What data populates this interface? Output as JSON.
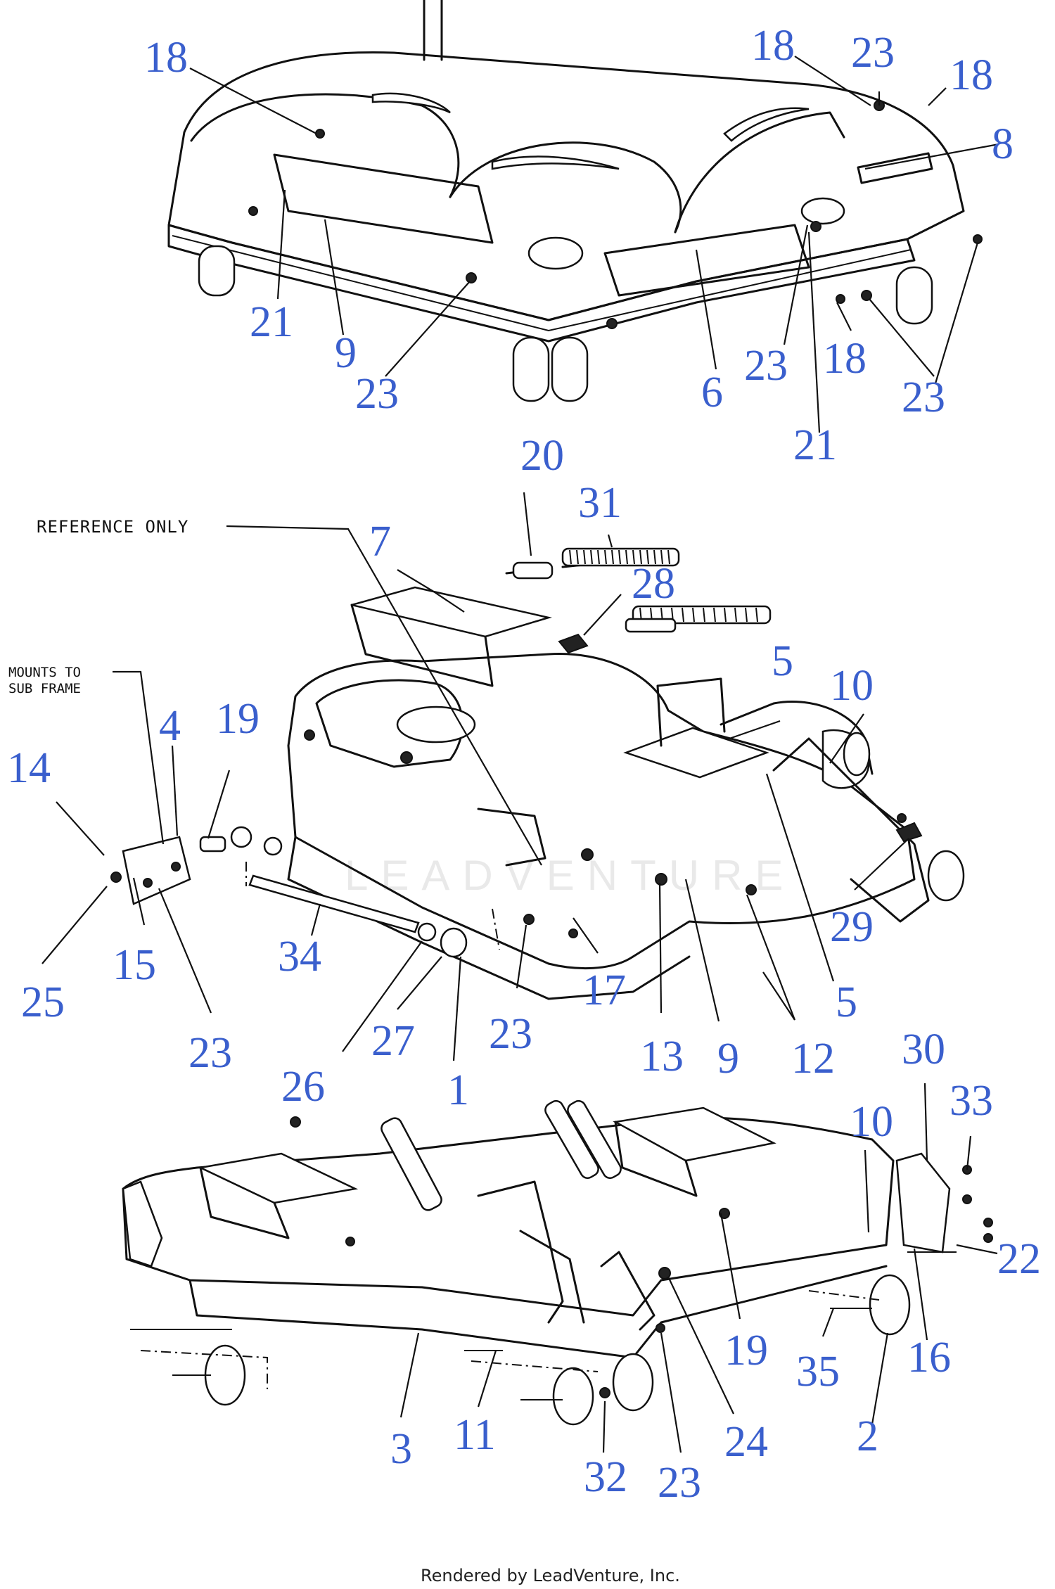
{
  "diagram": {
    "title": "",
    "accent_color": "#3a5fcd",
    "line_color": "#111111",
    "background": "#ffffff",
    "notes": {
      "reference_only": "REFERENCE ONLY",
      "mounts_line1": "MOUNTS TO",
      "mounts_line2": "SUB FRAME"
    },
    "footer": "Rendered by LeadVenture, Inc.",
    "watermark": "LEADVENTURE",
    "callouts": {
      "c18_top_left": "18",
      "c21_top_left": "21",
      "c9_top": "9",
      "c23_top_left": "23",
      "c18_top_right_a": "18",
      "c23_top_right": "23",
      "c18_top_right_b": "18",
      "c8": "8",
      "c6": "6",
      "c23_top_mid": "23",
      "c18_top_mid": "18",
      "c23_top_far_right": "23",
      "c21_top_right": "21",
      "c20": "20",
      "c31": "31",
      "c7": "7",
      "c28": "28",
      "c5_upper": "5",
      "c10_mid": "10",
      "c4": "4",
      "c19_left": "19",
      "c14": "14",
      "c25": "25",
      "c15": "15",
      "c23_left": "23",
      "c34": "34",
      "c26": "26",
      "c27": "27",
      "c1": "1",
      "c23_mid": "23",
      "c17": "17",
      "c13": "13",
      "c9_mid": "9",
      "c12": "12",
      "c5_lower": "5",
      "c29": "29",
      "c30": "30",
      "c33": "33",
      "c10_lower": "10",
      "c22": "22",
      "c19_lower": "19",
      "c16": "16",
      "c35": "35",
      "c2": "2",
      "c3": "3",
      "c11": "11",
      "c32": "32",
      "c24": "24",
      "c23_bottom": "23"
    }
  }
}
